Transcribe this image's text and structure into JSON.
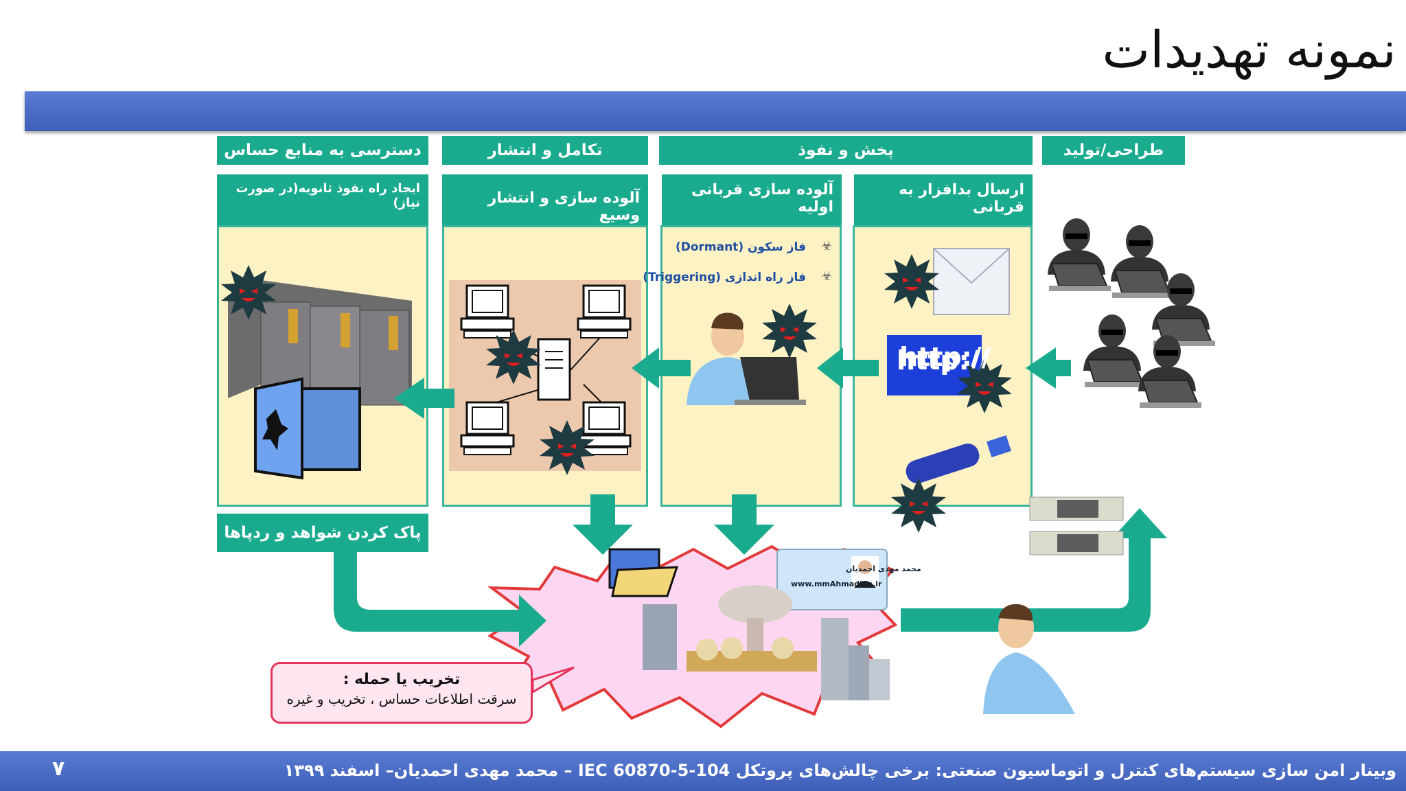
{
  "title": "نمونه تهدیدات",
  "stages": {
    "design": "طراحی/تولید بدافزار",
    "spread": "پخش و نفوذ",
    "propagate": "تکامل و انتشار",
    "access": "دسترسی به منابع حساس"
  },
  "steps": {
    "send": "ارسال بدافزار به قربانی",
    "initial": "آلوده سازی قربانی اولیه",
    "wide": "آلوده سازی و انتشار وسیع",
    "secondary": "ایجاد راه نفوذ ثانویه(در صورت نیاز)"
  },
  "phases": {
    "dormant": "فاز سکون (Dormant)",
    "trigger": "فاز راه اندازی (Triggering)"
  },
  "http_label": "http://",
  "id_card": {
    "name": "محمد مهدی احمدیان",
    "site": "www.mmAhmadian.ir"
  },
  "wipe_label": "پاک کردن شواهد و ردپاها",
  "attack": {
    "title": "تخریب یا حمله :",
    "subtitle": "سرقت اطلاعات حساس ، تخریب و غیره"
  },
  "footer": "وبینار امن سازی سیستم‌های کنترل و اتوماسیون صنعتی: برخی چالش‌های پروتکل IEC 60870-5-104 – محمد مهدی احمدیان– اسفند ۱۳۹۹",
  "page_number": "۷",
  "colors": {
    "accent_teal": "#1aab8e",
    "bar_blue": "#4468c4",
    "panel_yellow": "#fdf2c4",
    "virus": "#1f3b42",
    "alert_red": "#e2345a"
  }
}
